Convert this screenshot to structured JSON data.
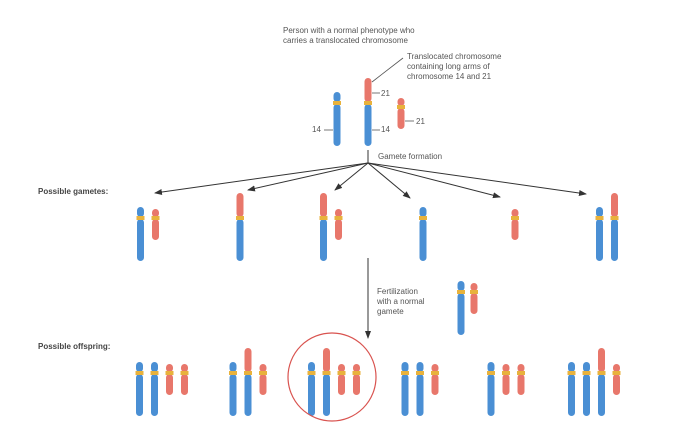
{
  "title": "Robertsonian translocation inheritance",
  "parent": {
    "caption_line1": "Person with a normal phenotype who",
    "caption_line2": "carries a translocated chromosome",
    "translocation_note_line1": "Translocated chromosome",
    "translocation_note_line2": "containing long arms of",
    "translocation_note_line3": "chromosome 14 and 21",
    "labels": {
      "chr14_left": "14",
      "chr14_right": "14",
      "chr21_top": "21",
      "chr21_right": "21"
    }
  },
  "gamete_formation_label": "Gamete formation",
  "gametes_label": "Possible gametes:",
  "fertilization_line1": "Fertilization",
  "fertilization_line2": "with a normal",
  "fertilization_line3": "gamete",
  "offspring_label": "Possible offspring:",
  "colors": {
    "chr14": "#4a8fd4",
    "chr21": "#e8776b",
    "centromere": "#e8b23c",
    "highlight": "#d9534f"
  },
  "gametes": [
    [
      "14",
      "21"
    ],
    [
      "t(14;21)"
    ],
    [
      "t(14;21)",
      "21"
    ],
    [
      "14"
    ],
    [
      "21"
    ],
    [
      "14",
      "t(14;21)"
    ]
  ],
  "offspring": [
    [
      "14",
      "14",
      "21",
      "21"
    ],
    [
      "14",
      "t(14;21)",
      "21"
    ],
    [
      "14",
      "t(14;21)",
      "21",
      "21"
    ],
    [
      "14",
      "14",
      "21"
    ],
    [
      "14",
      "21",
      "21"
    ],
    [
      "14",
      "14",
      "t(14;21)",
      "21"
    ]
  ],
  "highlighted_offspring_index": 2
}
